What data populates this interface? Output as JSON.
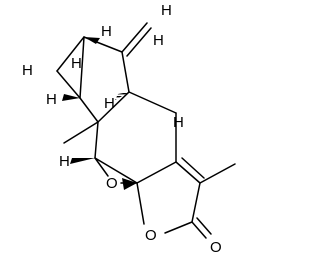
{
  "molecule": {
    "atoms": [
      {
        "id": "H1",
        "label": "H"
      },
      {
        "id": "H2",
        "label": "H"
      },
      {
        "id": "H3",
        "label": "H"
      },
      {
        "id": "H4",
        "label": "H"
      },
      {
        "id": "H5",
        "label": "H"
      },
      {
        "id": "H6",
        "label": "H"
      },
      {
        "id": "H7",
        "label": "H"
      },
      {
        "id": "H8",
        "label": "H"
      },
      {
        "id": "H9",
        "label": "H"
      },
      {
        "id": "O1",
        "label": "O"
      },
      {
        "id": "O2",
        "label": "O"
      },
      {
        "id": "O3",
        "label": "O"
      }
    ]
  },
  "colors": {
    "stroke": "#000000",
    "background": "#ffffff"
  }
}
